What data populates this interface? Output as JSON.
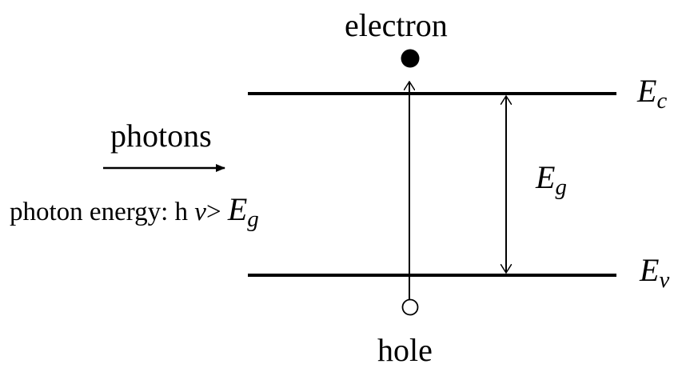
{
  "labels": {
    "electron": "electron",
    "hole": "hole",
    "photons": "photons",
    "photon_energy_prefix": "photon energy: h",
    "nu": "v",
    "greater": ">",
    "Eg_symbol": "E",
    "Eg_sub": "g",
    "Ec_symbol": "E",
    "Ec_sub": "c",
    "Ev_symbol": "E",
    "Ev_sub": "v"
  },
  "colors": {
    "ink": "#000000",
    "background": "#ffffff"
  }
}
